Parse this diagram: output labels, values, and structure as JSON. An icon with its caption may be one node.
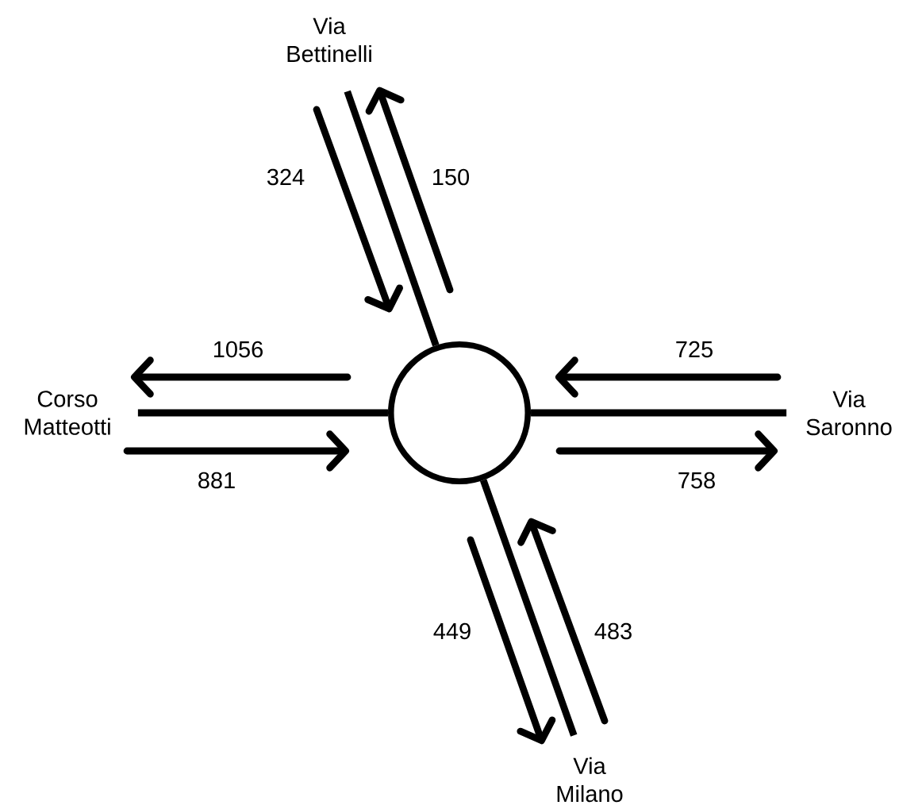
{
  "diagram": {
    "nodes": [
      {
        "text": [],
        "shape": "circle"
      },
      {
        "text": [
          "Via Bettinelli"
        ]
      },
      {
        "text": [
          "Corso Matteotti"
        ]
      },
      {
        "text": [
          "Via Saronno"
        ]
      },
      {
        "text": [
          "Via Milano"
        ]
      }
    ],
    "edges": [
      {
        "from": 0,
        "to": 1,
        "arrow": "none"
      },
      {
        "from": 0,
        "to": 2,
        "arrow": "none"
      },
      {
        "from": 0,
        "to": 3,
        "arrow": "none"
      },
      {
        "from": 0,
        "to": 4,
        "arrow": "none"
      }
    ],
    "labels": [
      "324",
      "150",
      "1056",
      "725",
      "881",
      "758",
      "449",
      "483"
    ]
  }
}
